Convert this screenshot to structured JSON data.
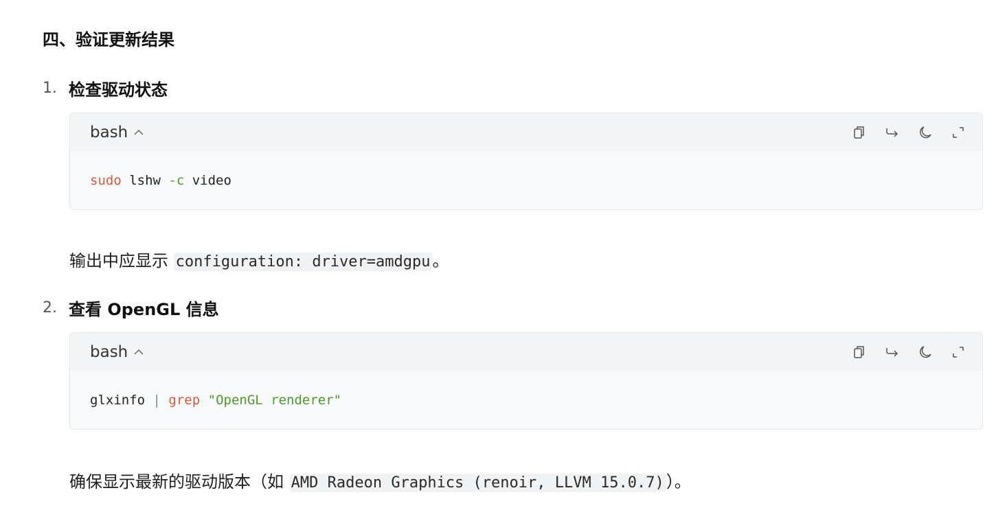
{
  "section": {
    "title": "四、验证更新结果"
  },
  "steps": [
    {
      "number": "1.",
      "title": "检查驱动状态",
      "code": {
        "language": "bash",
        "tokens": {
          "t1": "sudo",
          "t2": " lshw ",
          "t3": "-c",
          "t4": " video"
        }
      },
      "note": {
        "before": "输出中应显示 ",
        "code": "configuration: driver=amdgpu",
        "after": "。"
      }
    },
    {
      "number": "2.",
      "title": "查看 OpenGL 信息",
      "code": {
        "language": "bash",
        "tokens": {
          "t1": "glxinfo ",
          "t2": "|",
          "t3": " ",
          "t4": "grep",
          "t5": " ",
          "t6": "\"OpenGL renderer\""
        }
      },
      "note": {
        "before": "确保显示最新的驱动版本（如 ",
        "code": "AMD Radeon Graphics (renoir, LLVM 15.0.7)",
        "after": "）。"
      }
    }
  ],
  "icons": {
    "caret": "chevron-up-icon",
    "copy": "copy-icon",
    "wrap": "wrap-arrow-icon",
    "theme": "moon-icon",
    "expand": "expand-icon"
  },
  "colors": {
    "command": "#e0583a",
    "string": "#4e9a2b",
    "header_bg": "#f3f4f6",
    "body_bg": "#f9fafb"
  }
}
